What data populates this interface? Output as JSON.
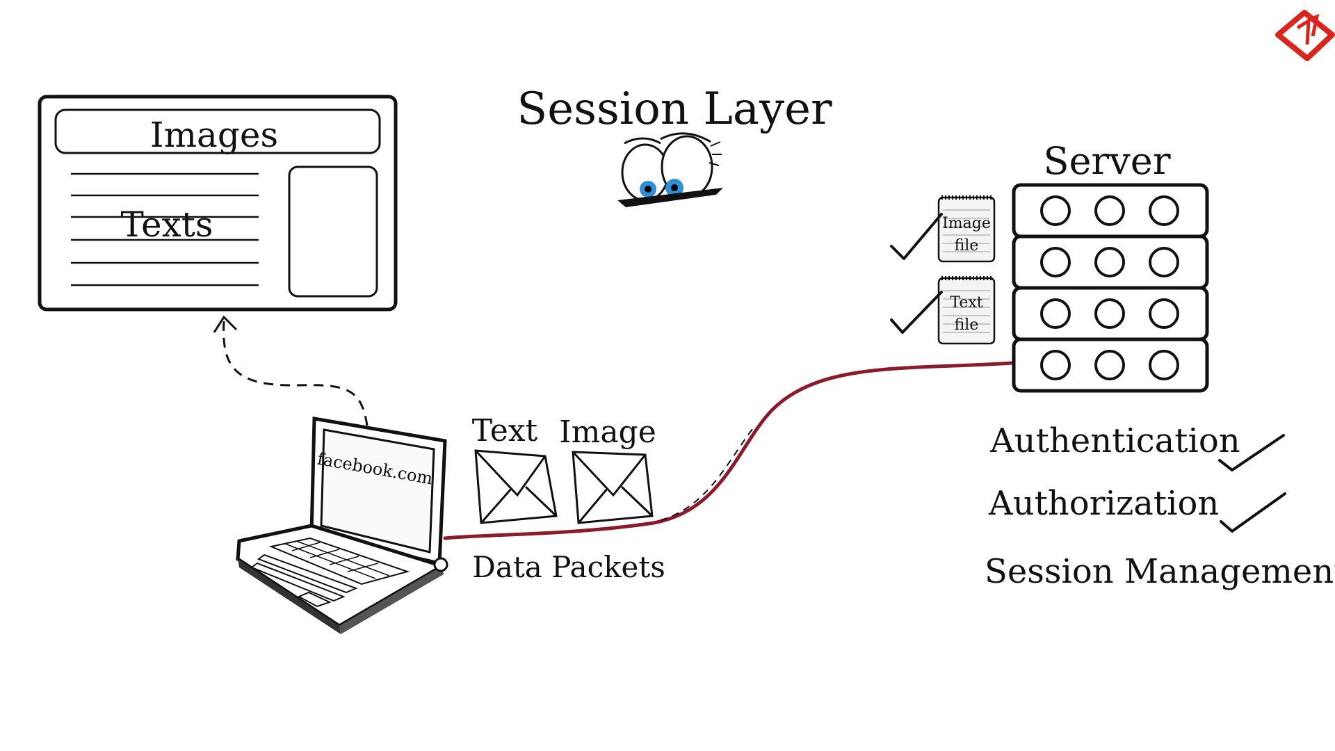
{
  "title": "Session Layer",
  "webpage": {
    "images_label": "Images",
    "texts_label": "Texts"
  },
  "laptop": {
    "screen_url": "facebook.com"
  },
  "packets": {
    "text_label": "Text",
    "image_label": "Image",
    "caption": "Data Packets"
  },
  "server": {
    "label": "Server",
    "files": [
      {
        "line1": "Image",
        "line2": "file"
      },
      {
        "line1": "Text",
        "line2": "file"
      }
    ]
  },
  "functions": [
    {
      "label": "Authentication",
      "checked": true
    },
    {
      "label": "Authorization",
      "checked": true
    },
    {
      "label": "Session Management",
      "checked": false
    }
  ],
  "colors": {
    "connection_line": "#8b1a2b",
    "ink": "#111111",
    "eye_iris": "#2e8fd6",
    "logo_red": "#d7261e"
  },
  "icons": {
    "eyes": "peeking-eyes-icon",
    "logo": "channel-logo-icon",
    "envelope": "envelope-icon",
    "check": "checkmark-icon"
  }
}
